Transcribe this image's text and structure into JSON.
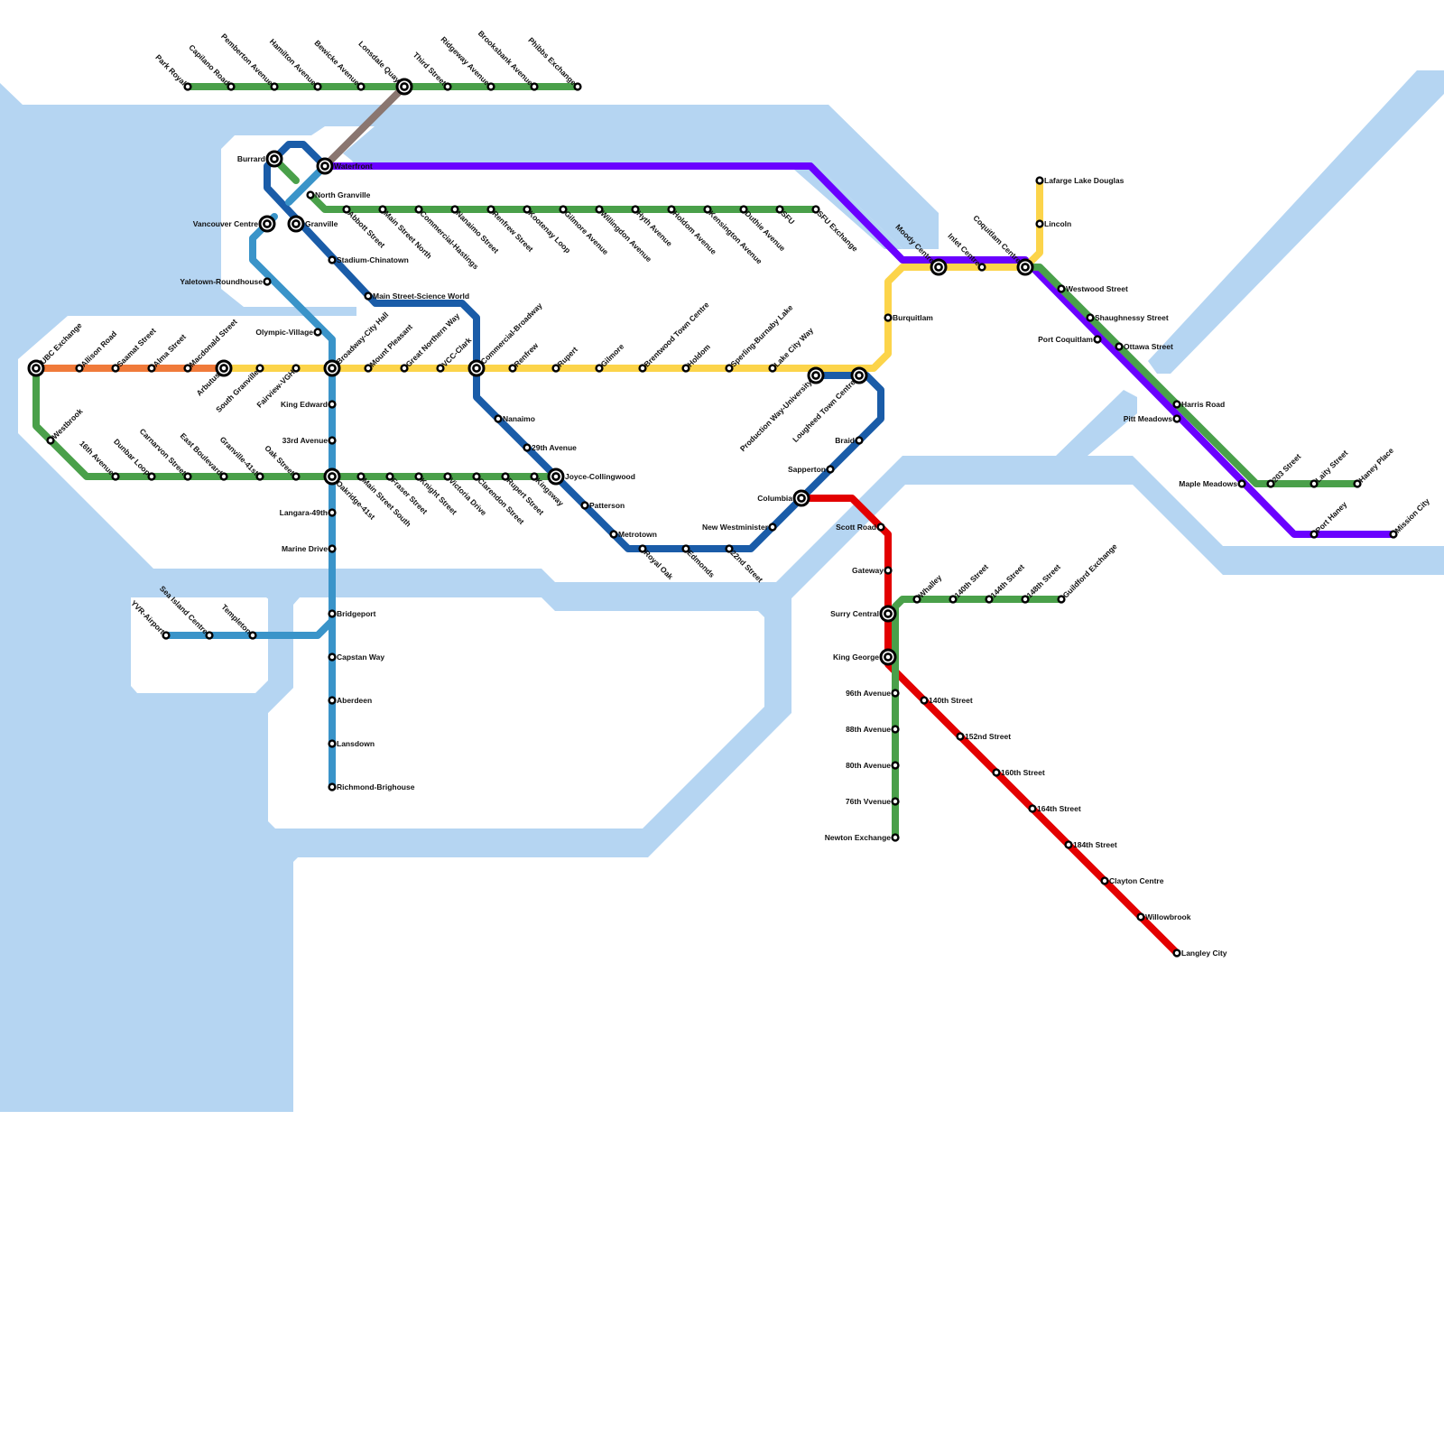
{
  "map": {
    "title": "Metro Vancouver Transit Map",
    "colors": {
      "water": "#b5d5f2",
      "background": "#ffffff",
      "station_fill": "#ffffff",
      "station_stroke": "#000000",
      "label": "#111111"
    }
  },
  "lines": [
    {
      "id": "north-shore",
      "color": "#4aa04a",
      "stations": [
        "Park Royal",
        "Capilano Road",
        "Pemberton Avenue",
        "Hamilton Avenue",
        "Bewicke Avenue",
        "Lonsdale Quay",
        "Third Street",
        "Ridgeway Avenue",
        "Brooksbank Avenue",
        "Phibbs Exchange"
      ]
    },
    {
      "id": "seabus",
      "color": "#8a7670",
      "stations": [
        "Lonsdale Quay",
        "Waterfront"
      ]
    },
    {
      "id": "west-coast-express",
      "color": "#6a00ff",
      "stations": [
        "Waterfront",
        "Moody Centre",
        "Inlet Centre",
        "Coquitlam Centre",
        "Port Coquitlam",
        "Pitt Meadows",
        "Maple Meadows",
        "Port Haney",
        "Mission City"
      ]
    },
    {
      "id": "hastings",
      "color": "#4aa04a",
      "stations": [
        "Burrard",
        "North Granville",
        "Abbott Street",
        "Main Street North",
        "Commercial-Hastings",
        "Nanaimo Street",
        "Renfrew Street",
        "Kootenay Loop",
        "Gilmore Avenue",
        "Willingdon Avenue",
        "Hyth Avenue",
        "Holdom Avenue",
        "Kensington Avenue",
        "Duthie Avenue",
        "SFU",
        "SFU Exchange"
      ]
    },
    {
      "id": "expo",
      "color": "#1a5ca8",
      "stations": [
        "Waterfront",
        "Burrard",
        "Granville",
        "Stadium-Chinatown",
        "Main Street-Science World",
        "Commercial-Broadway",
        "Nanaimo",
        "29th Avenue",
        "Joyce-Collingwood",
        "Patterson",
        "Metrotown",
        "Royal Oak",
        "Edmonds",
        "22nd Street",
        "New Westminister",
        "Columbia",
        "Sapperton",
        "Braid",
        "Lougheed Town Centre",
        "Production Way-University"
      ]
    },
    {
      "id": "canada-line",
      "color": "#3a94c9",
      "stations": [
        "Waterfront",
        "Vancouver Centre",
        "Yaletown-Roundhouse",
        "Olympic-Village",
        "Broadway-City Hall",
        "King Edward",
        "33rd Avenue",
        "Oakridge-41st",
        "Langara-49th",
        "Marine Drive",
        "Bridgeport",
        "Capstan Way",
        "Aberdeen",
        "Lansdown",
        "Richmond-Brighouse"
      ]
    },
    {
      "id": "canada-line-airport",
      "color": "#3a94c9",
      "stations": [
        "YVR-Airport",
        "Sea Island Centre",
        "Templeton",
        "Bridgeport"
      ]
    },
    {
      "id": "ubc-line",
      "color": "#f07a3a",
      "stations": [
        "UBC Exchange",
        "Allison Road",
        "Saamat Street",
        "Alma Street",
        "Macdonald Street",
        "Arbutus"
      ]
    },
    {
      "id": "millennium",
      "color": "#fcd44a",
      "stations": [
        "Arbutus",
        "South Granville",
        "Fairview-VGH",
        "Broadway-City Hall",
        "Mount Pleasant",
        "Great Northern Way",
        "VCC-Clark",
        "Commercial-Broadway",
        "Renfrew",
        "Rupert",
        "Gilmore",
        "Brentwood Town Centre",
        "Holdom",
        "Sperling-Burnaby Lake",
        "Lake City Way",
        "Production Way-University",
        "Lougheed Town Centre",
        "Burquitlam",
        "Moody Centre",
        "Inlet Centre",
        "Coquitlam Centre",
        "Lincoln",
        "Lafarge Lake Douglas"
      ]
    },
    {
      "id": "41st",
      "color": "#4aa04a",
      "stations": [
        "UBC Exchange",
        "Westbrook",
        "16th Avenue",
        "Dunbar Loop",
        "Carnarvon Street",
        "East Boulevard",
        "Granville-41st",
        "Oak Street",
        "Oakridge-41st",
        "Main Street South",
        "Fraser Street",
        "Knight Street",
        "Victoria Drive",
        "Clarendon Street",
        "Rupert Street",
        "Kingsway",
        "Joyce-Collingwood"
      ]
    },
    {
      "id": "lougheed-highway",
      "color": "#4aa04a",
      "stations": [
        "Coquitlam Centre",
        "Westwood Street",
        "Shaughnessy Street",
        "Ottawa Street",
        "Harris Road",
        "203 Street",
        "Laity Street",
        "Haney Place"
      ]
    },
    {
      "id": "surrey-expo",
      "color": "#e30000",
      "stations": [
        "Columbia",
        "Scott Road",
        "Gateway",
        "Surry Central",
        "King George",
        "140th Street",
        "152nd Street",
        "160th Street",
        "164th Street",
        "184th Street",
        "Clayton Centre",
        "Willowbrook",
        "Langley City"
      ]
    },
    {
      "id": "surrey-brt",
      "color": "#4aa04a",
      "stations": [
        "Guildford Exchange",
        "148th Street",
        "144th Street",
        "140th Street",
        "Whalley",
        "Surry Central",
        "King George",
        "96th Avenue",
        "88th Avenue",
        "80th Avenue",
        "76th Vvenue",
        "Newton Exchange"
      ]
    }
  ],
  "stations": [
    {
      "name": "Park Royal",
      "interchange": false
    },
    {
      "name": "Capilano Road",
      "interchange": false
    },
    {
      "name": "Pemberton Avenue",
      "interchange": false
    },
    {
      "name": "Hamilton Avenue",
      "interchange": false
    },
    {
      "name": "Bewicke Avenue",
      "interchange": false
    },
    {
      "name": "Lonsdale Quay",
      "interchange": true
    },
    {
      "name": "Third Street",
      "interchange": false
    },
    {
      "name": "Ridgeway Avenue",
      "interchange": false
    },
    {
      "name": "Brooksbank Avenue",
      "interchange": false
    },
    {
      "name": "Phibbs Exchange",
      "interchange": false
    },
    {
      "name": "Burrard",
      "interchange": true
    },
    {
      "name": "Waterfront",
      "interchange": true
    },
    {
      "name": "North Granville",
      "interchange": false
    },
    {
      "name": "Vancouver Centre",
      "interchange": true
    },
    {
      "name": "Granville",
      "interchange": true
    },
    {
      "name": "Abbott Street",
      "interchange": false
    },
    {
      "name": "Main Street North",
      "interchange": false
    },
    {
      "name": "Commercial-Hastings",
      "interchange": false
    },
    {
      "name": "Nanaimo Street",
      "interchange": false
    },
    {
      "name": "Renfrew Street",
      "interchange": false
    },
    {
      "name": "Kootenay Loop",
      "interchange": false
    },
    {
      "name": "Gilmore Avenue",
      "interchange": false
    },
    {
      "name": "Willingdon Avenue",
      "interchange": false
    },
    {
      "name": "Hyth Avenue",
      "interchange": false
    },
    {
      "name": "Holdom Avenue",
      "interchange": false
    },
    {
      "name": "Kensington Avenue",
      "interchange": false
    },
    {
      "name": "Duthie Avenue",
      "interchange": false
    },
    {
      "name": "SFU",
      "interchange": false
    },
    {
      "name": "SFU Exchange",
      "interchange": false
    },
    {
      "name": "Stadium-Chinatown",
      "interchange": false
    },
    {
      "name": "Yaletown-Roundhouse",
      "interchange": false
    },
    {
      "name": "Main Street-Science World",
      "interchange": false
    },
    {
      "name": "Olympic-Village",
      "interchange": false
    },
    {
      "name": "UBC Exchange",
      "interchange": true
    },
    {
      "name": "Allison Road",
      "interchange": false
    },
    {
      "name": "Saamat Street",
      "interchange": false
    },
    {
      "name": "Alma Street",
      "interchange": false
    },
    {
      "name": "Macdonald Street",
      "interchange": false
    },
    {
      "name": "Arbutus",
      "interchange": true
    },
    {
      "name": "South Granville",
      "interchange": false
    },
    {
      "name": "Fairview-VGH",
      "interchange": false
    },
    {
      "name": "Broadway-City Hall",
      "interchange": true
    },
    {
      "name": "Mount Pleasant",
      "interchange": false
    },
    {
      "name": "Great Northern Way",
      "interchange": false
    },
    {
      "name": "VCC-Clark",
      "interchange": false
    },
    {
      "name": "Commercial-Broadway",
      "interchange": true
    },
    {
      "name": "Renfrew",
      "interchange": false
    },
    {
      "name": "Rupert",
      "interchange": false
    },
    {
      "name": "Gilmore",
      "interchange": false
    },
    {
      "name": "Brentwood Town Centre",
      "interchange": false
    },
    {
      "name": "Holdom",
      "interchange": false
    },
    {
      "name": "Sperling-Burnaby Lake",
      "interchange": false
    },
    {
      "name": "Lake City Way",
      "interchange": false
    },
    {
      "name": "Production Way-University",
      "interchange": true
    },
    {
      "name": "Lougheed Town Centre",
      "interchange": true
    },
    {
      "name": "King Edward",
      "interchange": false
    },
    {
      "name": "33rd Avenue",
      "interchange": false
    },
    {
      "name": "Westbrook",
      "interchange": false
    },
    {
      "name": "16th Avenue",
      "interchange": false
    },
    {
      "name": "Dunbar Loop",
      "interchange": false
    },
    {
      "name": "Carnarvon Street",
      "interchange": false
    },
    {
      "name": "East Boulevard",
      "interchange": false
    },
    {
      "name": "Granville-41st",
      "interchange": false
    },
    {
      "name": "Oak Street",
      "interchange": false
    },
    {
      "name": "Oakridge-41st",
      "interchange": true
    },
    {
      "name": "Main Street South",
      "interchange": false
    },
    {
      "name": "Fraser Street",
      "interchange": false
    },
    {
      "name": "Knight Street",
      "interchange": false
    },
    {
      "name": "Victoria Drive",
      "interchange": false
    },
    {
      "name": "Clarendon Street",
      "interchange": false
    },
    {
      "name": "Rupert Street",
      "interchange": false
    },
    {
      "name": "Kingsway",
      "interchange": false
    },
    {
      "name": "Joyce-Collingwood",
      "interchange": true
    },
    {
      "name": "Nanaimo",
      "interchange": false
    },
    {
      "name": "29th Avenue",
      "interchange": false
    },
    {
      "name": "Patterson",
      "interchange": false
    },
    {
      "name": "Metrotown",
      "interchange": false
    },
    {
      "name": "Royal Oak",
      "interchange": false
    },
    {
      "name": "Edmonds",
      "interchange": false
    },
    {
      "name": "22nd Street",
      "interchange": false
    },
    {
      "name": "New Westminister",
      "interchange": false
    },
    {
      "name": "Columbia",
      "interchange": true
    },
    {
      "name": "Sapperton",
      "interchange": false
    },
    {
      "name": "Braid",
      "interchange": false
    },
    {
      "name": "Langara-49th",
      "interchange": false
    },
    {
      "name": "Marine Drive",
      "interchange": false
    },
    {
      "name": "YVR-Airport",
      "interchange": false
    },
    {
      "name": "Sea Island Centre",
      "interchange": false
    },
    {
      "name": "Templeton",
      "interchange": false
    },
    {
      "name": "Bridgeport",
      "interchange": false
    },
    {
      "name": "Capstan Way",
      "interchange": false
    },
    {
      "name": "Aberdeen",
      "interchange": false
    },
    {
      "name": "Lansdown",
      "interchange": false
    },
    {
      "name": "Richmond-Brighouse",
      "interchange": false
    },
    {
      "name": "Burquitlam",
      "interchange": false
    },
    {
      "name": "Moody Centre",
      "interchange": true
    },
    {
      "name": "Inlet Centre",
      "interchange": false
    },
    {
      "name": "Coquitlam Centre",
      "interchange": true
    },
    {
      "name": "Lafarge Lake Douglas",
      "interchange": false
    },
    {
      "name": "Lincoln",
      "interchange": false
    },
    {
      "name": "Westwood Street",
      "interchange": false
    },
    {
      "name": "Shaughnessy Street",
      "interchange": false
    },
    {
      "name": "Port Coquitlam",
      "interchange": false
    },
    {
      "name": "Ottawa Street",
      "interchange": false
    },
    {
      "name": "Harris Road",
      "interchange": false
    },
    {
      "name": "Pitt Meadows",
      "interchange": false
    },
    {
      "name": "Maple Meadows",
      "interchange": false
    },
    {
      "name": "203 Street",
      "interchange": false
    },
    {
      "name": "Laity Street",
      "interchange": false
    },
    {
      "name": "Haney Place",
      "interchange": false
    },
    {
      "name": "Port Haney",
      "interchange": false
    },
    {
      "name": "Mission City",
      "interchange": false
    },
    {
      "name": "Scott Road",
      "interchange": false
    },
    {
      "name": "Gateway",
      "interchange": false
    },
    {
      "name": "Surry Central",
      "interchange": true
    },
    {
      "name": "King George",
      "interchange": true
    },
    {
      "name": "Whalley",
      "interchange": false
    },
    {
      "name": "140th Street",
      "interchange": false
    },
    {
      "name": "144th Street",
      "interchange": false
    },
    {
      "name": "148th Street",
      "interchange": false
    },
    {
      "name": "Guildford Exchange",
      "interchange": false
    },
    {
      "name": "96th Avenue",
      "interchange": false
    },
    {
      "name": "88th Avenue",
      "interchange": false
    },
    {
      "name": "80th Avenue",
      "interchange": false
    },
    {
      "name": "76th Vvenue",
      "interchange": false
    },
    {
      "name": "Newton Exchange",
      "interchange": false
    },
    {
      "name": "152nd Street",
      "interchange": false
    },
    {
      "name": "160th Street",
      "interchange": false
    },
    {
      "name": "164th Street",
      "interchange": false
    },
    {
      "name": "184th Street",
      "interchange": false
    },
    {
      "name": "Clayton Centre",
      "interchange": false
    },
    {
      "name": "Willowbrook",
      "interchange": false
    },
    {
      "name": "Langley City",
      "interchange": false
    }
  ]
}
